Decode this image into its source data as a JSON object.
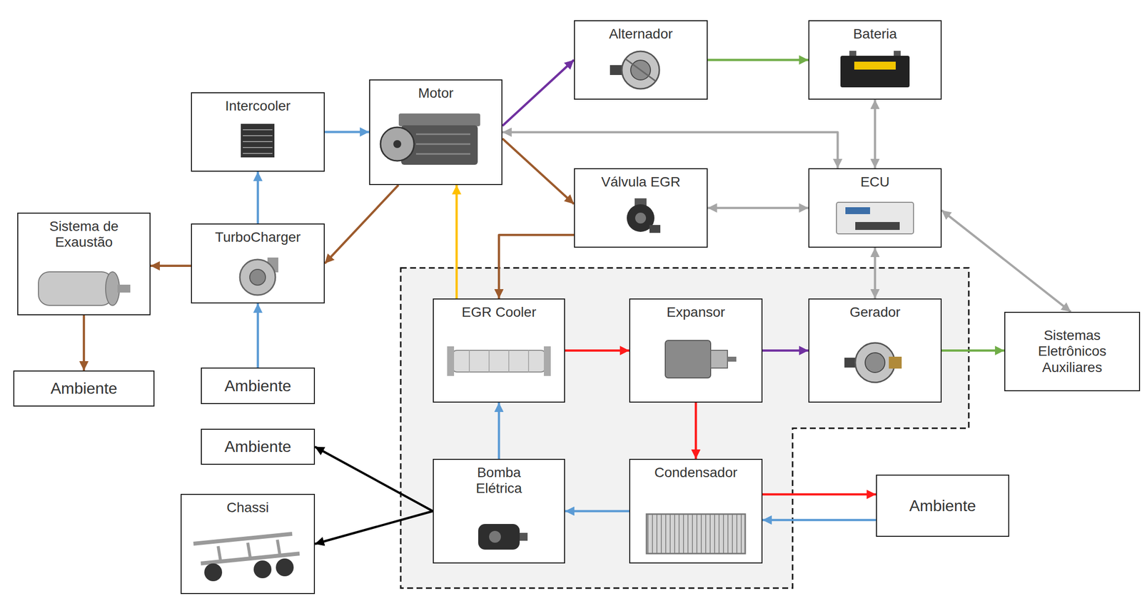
{
  "diagram": {
    "nodes": [
      {
        "text": [
          "Alternador"
        ]
      },
      {
        "text": [
          "Bateria"
        ]
      },
      {
        "text": [
          "Intercooler"
        ]
      },
      {
        "text": [
          "Motor"
        ]
      },
      {
        "text": [
          "Válvula EGR"
        ]
      },
      {
        "text": [
          "ECU"
        ]
      },
      {
        "text": [
          "Sistema de Exaustão"
        ]
      },
      {
        "text": [
          "TurboCharger"
        ]
      },
      {
        "text": [
          "EGR Cooler"
        ]
      },
      {
        "text": [
          "Expansor"
        ]
      },
      {
        "text": [
          "Gerador"
        ]
      },
      {
        "text": [
          "Sistemas Eletrônicos Auxiliares"
        ]
      },
      {
        "text": [
          "Ambiente"
        ]
      },
      {
        "text": [
          "Ambiente"
        ]
      },
      {
        "text": [
          "Ambiente"
        ]
      },
      {
        "text": [
          "Bomba Elétrica"
        ]
      },
      {
        "text": [
          "Condensador"
        ]
      },
      {
        "text": [
          "Ambiente"
        ]
      },
      {
        "text": [
          "Chassi"
        ]
      }
    ],
    "edges": [
      {
        "from": 3,
        "to": 0,
        "arrow": "to"
      },
      {
        "from": 0,
        "to": 1,
        "arrow": "to"
      },
      {
        "from": 2,
        "to": 3,
        "arrow": "to"
      },
      {
        "from": 3,
        "to": 7,
        "arrow": "to"
      },
      {
        "from": 3,
        "to": 4,
        "arrow": "to"
      },
      {
        "from": 3,
        "to": 5,
        "arrow": "both"
      },
      {
        "from": 1,
        "to": 5,
        "arrow": "both"
      },
      {
        "from": 4,
        "to": 5,
        "arrow": "both"
      },
      {
        "from": 5,
        "to": 10,
        "arrow": "both"
      },
      {
        "from": 5,
        "to": 11,
        "arrow": "both"
      },
      {
        "from": 7,
        "to": 2,
        "arrow": "to"
      },
      {
        "from": 13,
        "to": 7,
        "arrow": "to"
      },
      {
        "from": 7,
        "to": 6,
        "arrow": "to"
      },
      {
        "from": 6,
        "to": 12,
        "arrow": "to"
      },
      {
        "from": 4,
        "to": 8,
        "arrow": "to"
      },
      {
        "from": 8,
        "to": 3,
        "arrow": "to"
      },
      {
        "from": 8,
        "to": 9,
        "arrow": "to"
      },
      {
        "from": 9,
        "to": 10,
        "arrow": "to"
      },
      {
        "from": 10,
        "to": 11,
        "arrow": "to"
      },
      {
        "from": 9,
        "to": 16,
        "arrow": "to"
      },
      {
        "from": 16,
        "to": 15,
        "arrow": "to"
      },
      {
        "from": 15,
        "to": 8,
        "arrow": "to"
      },
      {
        "from": 16,
        "to": 17,
        "arrow": "to"
      },
      {
        "from": 17,
        "to": 16,
        "arrow": "to"
      },
      {
        "from": 15,
        "to": 14,
        "arrow": "to"
      },
      {
        "from": 15,
        "to": 18,
        "arrow": "to"
      }
    ]
  }
}
